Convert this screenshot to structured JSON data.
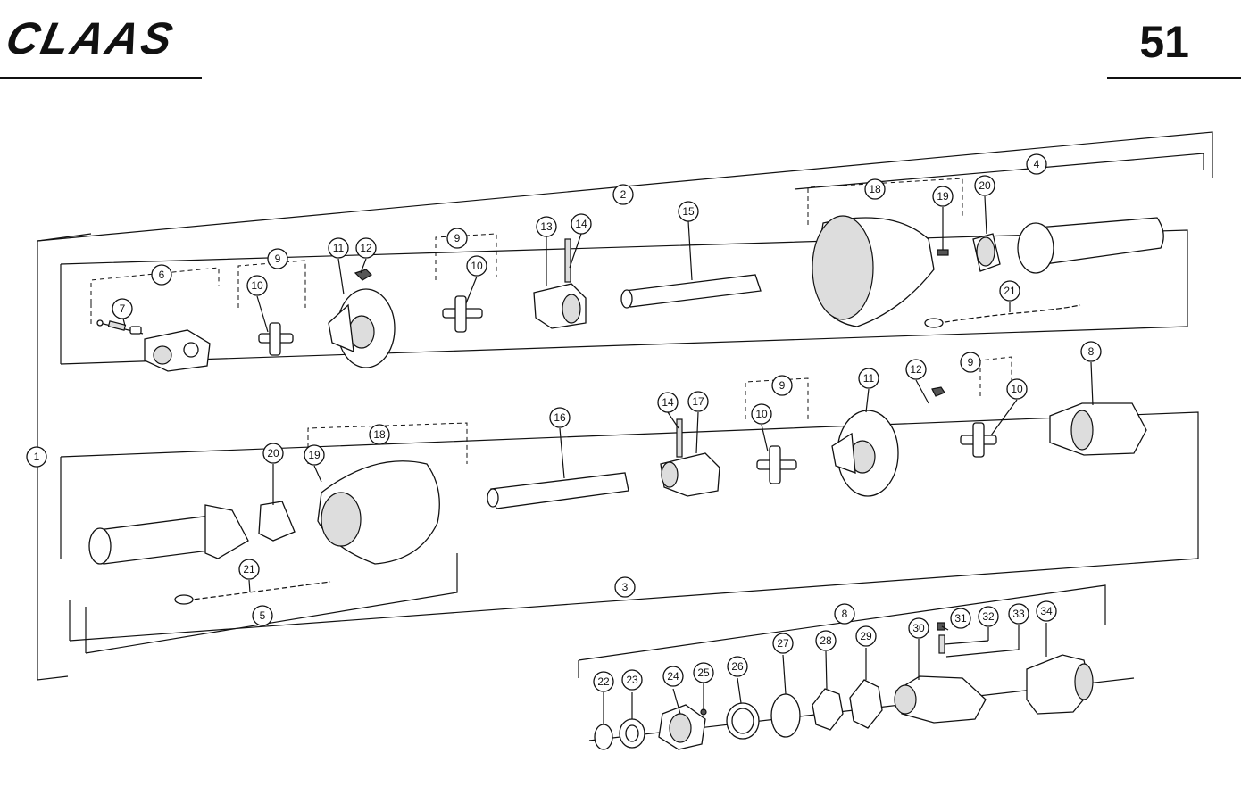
{
  "header": {
    "brand": "CLAAS",
    "page_number": "51"
  },
  "callouts": [
    "1",
    "2",
    "3",
    "4",
    "5",
    "6",
    "7",
    "8",
    "9",
    "10",
    "11",
    "12",
    "13",
    "14",
    "15",
    "16",
    "17",
    "18",
    "19",
    "20",
    "21",
    "22",
    "23",
    "24",
    "25",
    "26",
    "27",
    "28",
    "29",
    "30",
    "31",
    "32",
    "33",
    "34"
  ]
}
